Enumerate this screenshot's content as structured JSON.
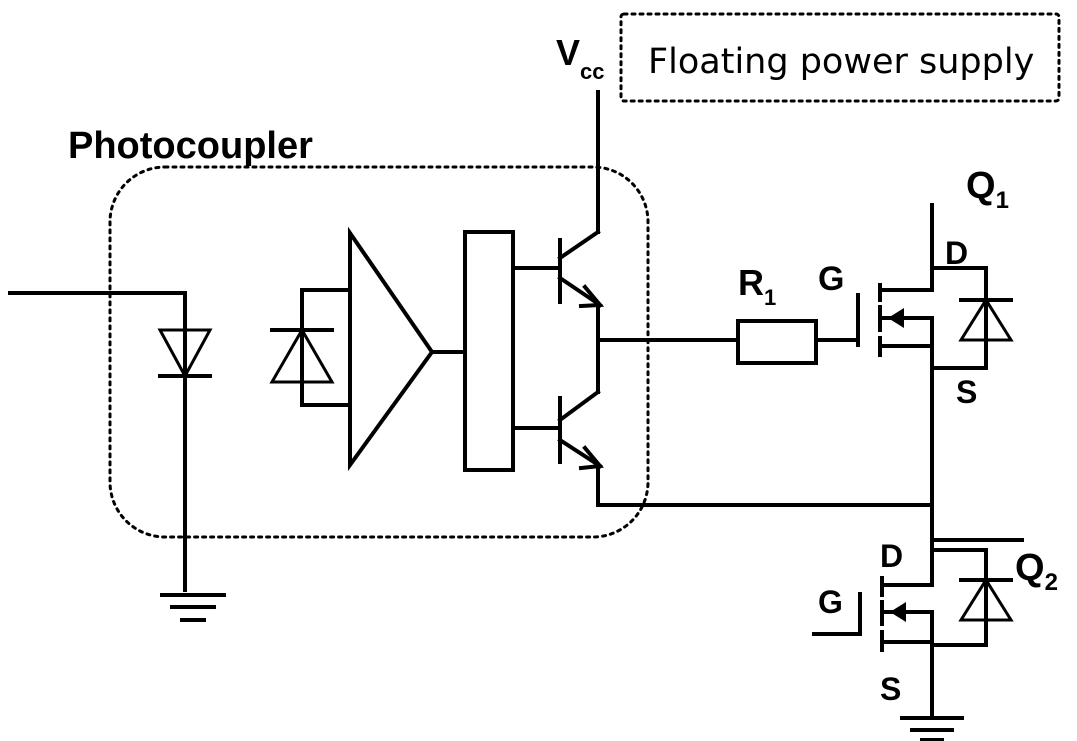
{
  "labels": {
    "vcc_main": "V",
    "vcc_sub": "cc",
    "supply": "Floating power supply",
    "photocoupler": "Photocoupler",
    "q1_main": "Q",
    "q1_sub": "1",
    "q2_main": "Q",
    "q2_sub": "2",
    "r1_main": "R",
    "r1_sub": "1",
    "g1": "G",
    "d1": "D",
    "s1": "S",
    "g2": "G",
    "d2": "D",
    "s2": "S"
  }
}
